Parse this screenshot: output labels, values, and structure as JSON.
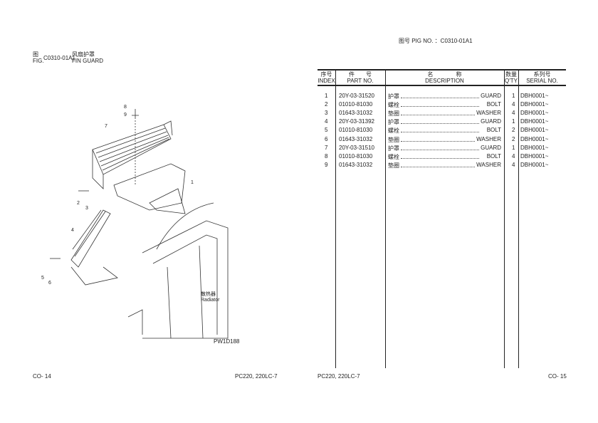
{
  "left_page": {
    "fig_cn": "图",
    "fig_label": "FIG.",
    "fig_no": "C0310-01A1",
    "title_cn": "风扇护罩",
    "title_en": "FIN GUARD",
    "radiator_cn": "散热器",
    "radiator_en": "Radiator",
    "drawing_code": "PW1D188",
    "callouts": [
      "1",
      "2",
      "3",
      "4",
      "5",
      "6",
      "7",
      "8",
      "9"
    ],
    "page_no": "CO- 14",
    "model": "PC220, 220LC-7"
  },
  "right_page": {
    "pig_label": "图号  PIG NO.  ：C0310-01A1",
    "page_no": "CO- 15",
    "model": "PC220, 220LC-7"
  },
  "table": {
    "headers": [
      {
        "cn": "序号",
        "en": "INDEX"
      },
      {
        "cn": "件　　号",
        "en": "PART NO."
      },
      {
        "cn": "名　　　　称",
        "en": "DESCRIPTION"
      },
      {
        "cn": "数量",
        "en": "Q'TY"
      },
      {
        "cn": "系列号",
        "en": "SERIAL NO."
      }
    ],
    "rows": [
      {
        "index": "1",
        "part": "20Y-03-31520",
        "cn": "护罩",
        "en": "GUARD",
        "qty": "1",
        "serial": "DBH0001~"
      },
      {
        "index": "2",
        "part": "01010-81030",
        "cn": "螺栓",
        "en": "BOLT",
        "qty": "4",
        "serial": "DBH0001~"
      },
      {
        "index": "3",
        "part": "01643-31032",
        "cn": "垫圈",
        "en": "WASHER",
        "qty": "4",
        "serial": "DBH0001~"
      },
      {
        "index": "4",
        "part": "20Y-03-31392",
        "cn": "护罩",
        "en": "GUARD",
        "qty": "1",
        "serial": "DBH0001~"
      },
      {
        "index": "5",
        "part": "01010-81030",
        "cn": "螺栓",
        "en": "BOLT",
        "qty": "2",
        "serial": "DBH0001~"
      },
      {
        "index": "6",
        "part": "01643-31032",
        "cn": "垫圈",
        "en": "WASHER",
        "qty": "2",
        "serial": "DBH0001~"
      },
      {
        "index": "7",
        "part": "20Y-03-31510",
        "cn": "护罩",
        "en": "GUARD",
        "qty": "1",
        "serial": "DBH0001~"
      },
      {
        "index": "8",
        "part": "01010-81030",
        "cn": "螺栓",
        "en": "BOLT",
        "qty": "4",
        "serial": "DBH0001~"
      },
      {
        "index": "9",
        "part": "01643-31032",
        "cn": "垫圈",
        "en": "WASHER",
        "qty": "4",
        "serial": "DBH0001~"
      }
    ]
  }
}
